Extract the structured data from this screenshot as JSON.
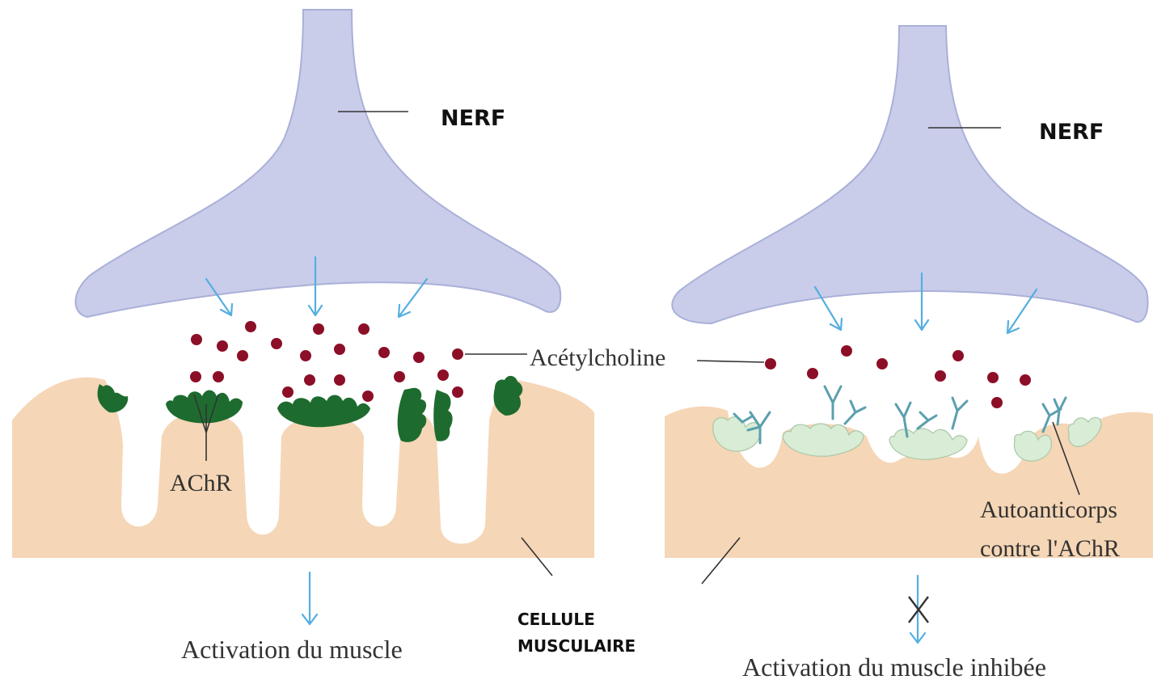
{
  "labels": {
    "nerf_left": "NERF",
    "nerf_right": "NERF",
    "acetylcholine": "Acétylcholine",
    "achr": "AChR",
    "autoanticorps_line1": "Autoanticorps",
    "autoanticorps_line2": "contre l'AChR",
    "cellule_line1": "CELLULE",
    "cellule_line2": "MUSCULAIRE",
    "activation_left": "Activation du muscle",
    "activation_right": "Activation du muscle inhibée"
  },
  "colors": {
    "nerve": "#c9cdea",
    "nerve_stroke": "#aab0d8",
    "muscle": "#f5d6b6",
    "achr_normal": "#1e6b2f",
    "achr_blocked": "#d8ecd6",
    "acetylcholine": "#8c0f27",
    "arrow": "#55aee0",
    "antibody": "#5b9fae"
  }
}
